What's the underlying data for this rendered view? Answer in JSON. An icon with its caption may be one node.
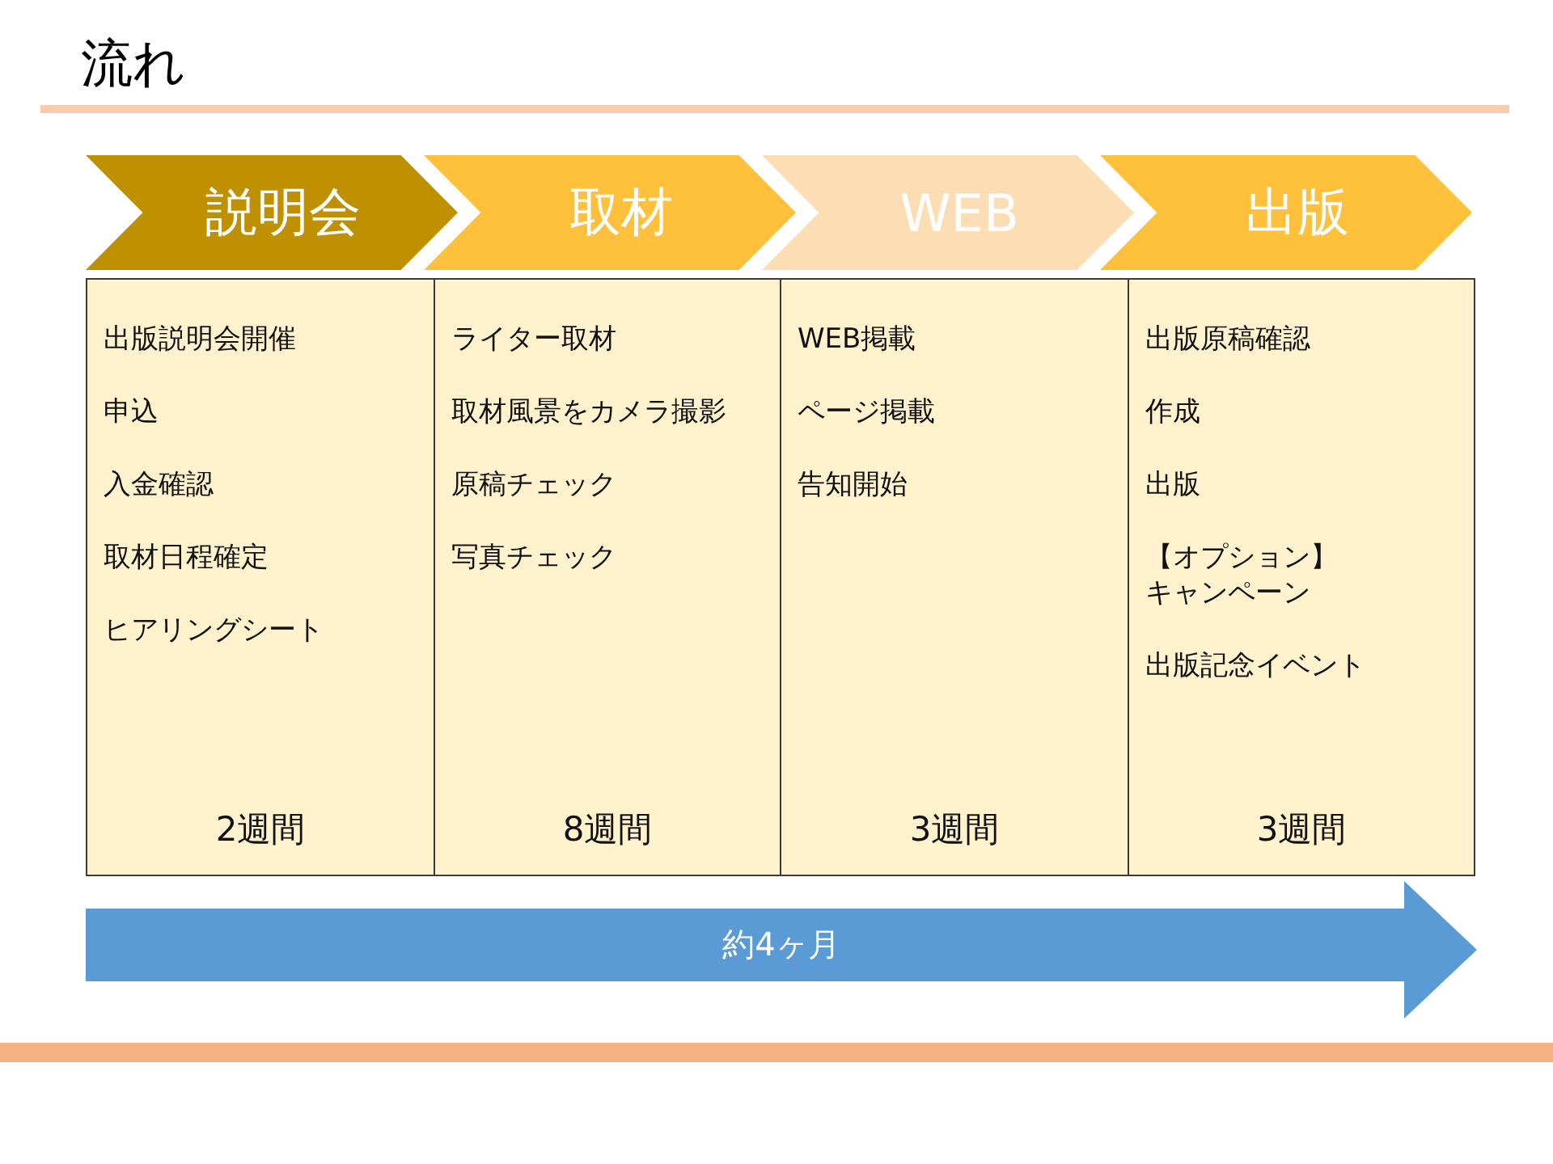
{
  "diagram": {
    "title": "流れ",
    "nodes": [
      {
        "text": [
          "説明会"
        ]
      },
      {
        "text": [
          "取材"
        ]
      },
      {
        "text": [
          "WEB"
        ]
      },
      {
        "text": [
          "出版"
        ]
      },
      {
        "text": [
          "出版説明会開催",
          "申込",
          "入金確認",
          "取材日程確定",
          "ヒアリングシート",
          "2週間"
        ]
      },
      {
        "text": [
          "ライター取材",
          "取材風景をカメラ撮影",
          "原稿チェック",
          "写真チェック",
          "8週間"
        ]
      },
      {
        "text": [
          "WEB掲載",
          "ページ掲載",
          "告知開始",
          "3週間"
        ]
      },
      {
        "text": [
          "出版原稿確認",
          "作成",
          "出版",
          "【オプション】キャンペーン",
          "出版記念イベント",
          "3週間"
        ]
      },
      {
        "text": [
          "約4ヶ月"
        ]
      }
    ]
  }
}
